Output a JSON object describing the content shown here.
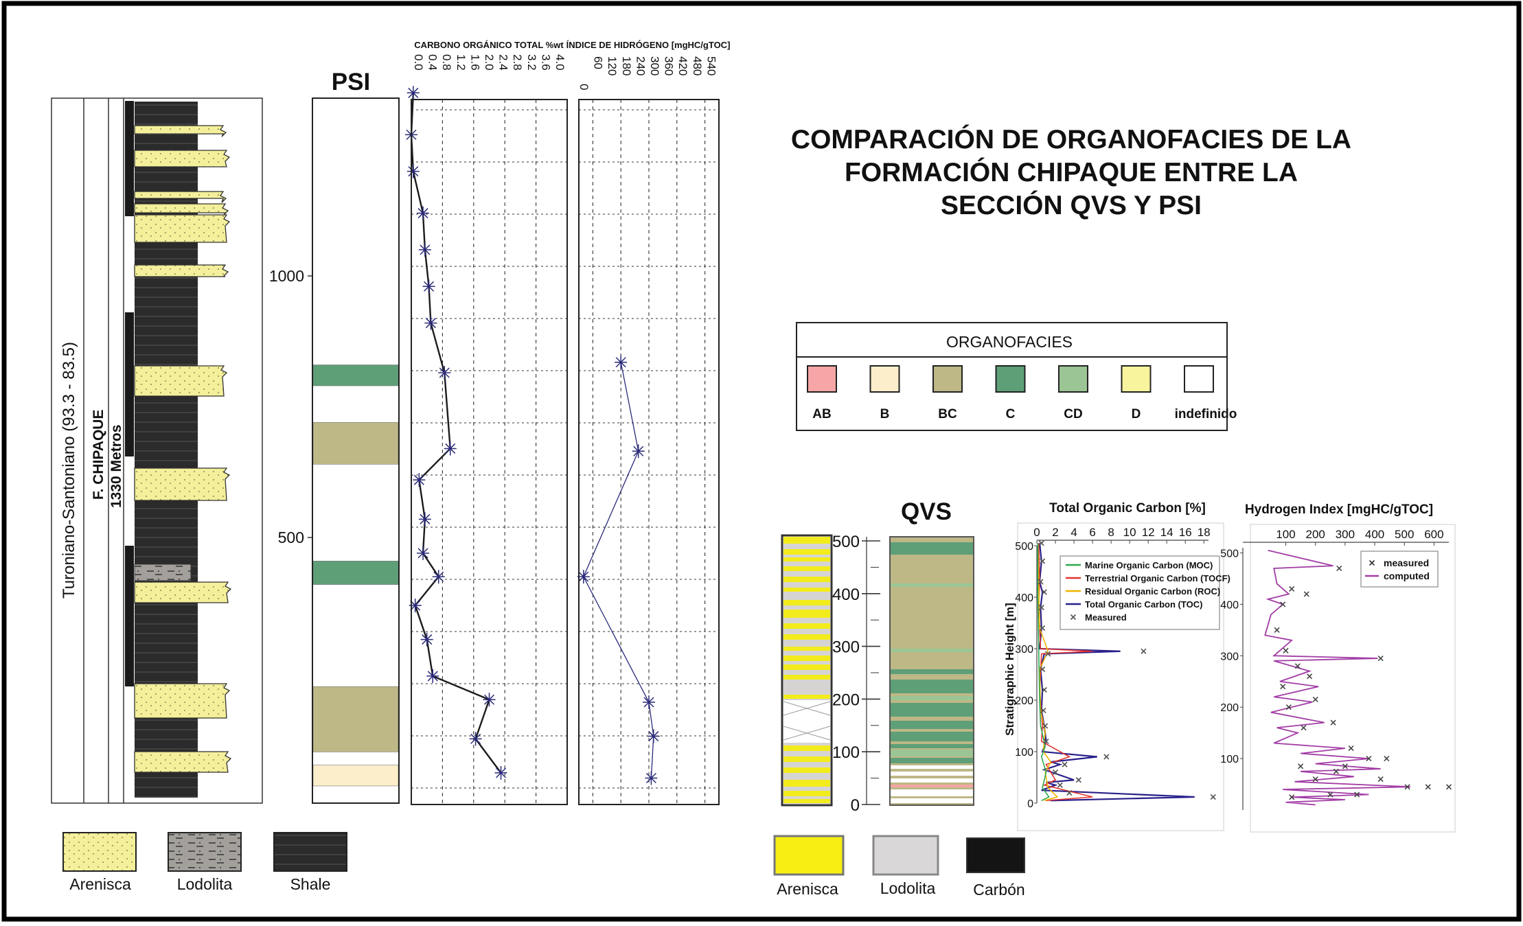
{
  "title": [
    "COMPARACIÓN DE ORGANOFACIES DE LA",
    "FORMACIÓN CHIPAQUE ENTRE LA",
    "SECCIÓN QVS Y PSI"
  ],
  "psi": {
    "label": "PSI",
    "age_label": "Turoniano-Santoniano  (93.3 - 83.5)",
    "formation_label": "F. CHIPAQUE",
    "thickness_label": "1330 Metros",
    "depth_ticks": [
      "1000",
      "500"
    ],
    "organofacies": [
      {
        "from_m": 790,
        "to_m": 830,
        "code": "C"
      },
      {
        "from_m": 640,
        "to_m": 720,
        "code": "BC"
      },
      {
        "from_m": 410,
        "to_m": 455,
        "code": "C"
      },
      {
        "from_m": 90,
        "to_m": 215,
        "code": "BC"
      },
      {
        "from_m": 25,
        "to_m": 65,
        "code": "B"
      }
    ]
  },
  "toc_track": {
    "title": "CARBONO ORGÁNICO TOTAL %wt",
    "ticks": [
      "0.0",
      "0.4",
      "0.8",
      "1.2",
      "1.6",
      "2.0",
      "2.4",
      "2.8",
      "3.2",
      "3.6",
      "4.0"
    ],
    "points": [
      {
        "toc": 0.05,
        "depth": 1350
      },
      {
        "toc": 0.0,
        "depth": 1270
      },
      {
        "toc": 0.05,
        "depth": 1200
      },
      {
        "toc": 0.3,
        "depth": 1120
      },
      {
        "toc": 0.35,
        "depth": 1050
      },
      {
        "toc": 0.45,
        "depth": 980
      },
      {
        "toc": 0.5,
        "depth": 910
      },
      {
        "toc": 0.85,
        "depth": 815
      },
      {
        "toc": 1.0,
        "depth": 670
      },
      {
        "toc": 0.2,
        "depth": 610
      },
      {
        "toc": 0.35,
        "depth": 535
      },
      {
        "toc": 0.3,
        "depth": 470
      },
      {
        "toc": 0.7,
        "depth": 425
      },
      {
        "toc": 0.1,
        "depth": 370
      },
      {
        "toc": 0.4,
        "depth": 305
      },
      {
        "toc": 0.55,
        "depth": 235
      },
      {
        "toc": 2.0,
        "depth": 190
      },
      {
        "toc": 1.65,
        "depth": 115
      },
      {
        "toc": 2.3,
        "depth": 50
      }
    ]
  },
  "hi_track": {
    "title": "ÍNDICE DE HIDRÓGENO [mgHC/gTOC]",
    "ticks": [
      "0",
      "60",
      "120",
      "180",
      "240",
      "300",
      "360",
      "420",
      "480",
      "540"
    ],
    "points": [
      {
        "hi": 180,
        "depth": 835
      },
      {
        "hi": 255,
        "depth": 665
      },
      {
        "hi": 20,
        "depth": 425
      },
      {
        "hi": 300,
        "depth": 185
      },
      {
        "hi": 320,
        "depth": 120
      },
      {
        "hi": 310,
        "depth": 40
      }
    ]
  },
  "legend_psi": [
    "Arenisca",
    "Lodolita",
    "Shale"
  ],
  "organofacies_legend": {
    "title": "ORGANOFACIES",
    "items": [
      {
        "label": "AB",
        "color": "#f6a6a6"
      },
      {
        "label": "B",
        "color": "#fdeecb"
      },
      {
        "label": "BC",
        "color": "#bdb886"
      },
      {
        "label": "C",
        "color": "#5e9f78"
      },
      {
        "label": "CD",
        "color": "#9cc595"
      },
      {
        "label": "D",
        "color": "#f8f49e"
      },
      {
        "label": "indefinido",
        "color": "#ffffff"
      }
    ]
  },
  "qvs": {
    "label": "QVS",
    "height_ticks": [
      "500",
      "400",
      "300",
      "200",
      "100",
      "0"
    ],
    "legend": [
      "Arenisca",
      "Lodolita",
      "Carbón"
    ]
  },
  "toc_chart": {
    "title": "Total Organic Carbon [%]",
    "ylabel": "Stratigraphic Height [m]",
    "xticks": [
      "0",
      "2",
      "4",
      "6",
      "8",
      "10",
      "12",
      "14",
      "16",
      "18"
    ],
    "yticks": [
      "500",
      "400",
      "300",
      "200",
      "100",
      "0"
    ],
    "legend": [
      {
        "name": "Marine Organic Carbon (MOC)",
        "color": "#2ea84f"
      },
      {
        "name": "Terrestrial Organic Carbon (TOCF)",
        "color": "#e3342f"
      },
      {
        "name": "Residual Organic Carbon (ROC)",
        "color": "#f0b400"
      },
      {
        "name": "Total Organic Carbon (TOC)",
        "color": "#28208a"
      },
      {
        "name": "Measured",
        "color": "#555555"
      }
    ],
    "measured": [
      [
        0.5,
        505
      ],
      [
        0.6,
        470
      ],
      [
        0.4,
        430
      ],
      [
        0.8,
        410
      ],
      [
        0.5,
        380
      ],
      [
        0.6,
        340
      ],
      [
        11.5,
        295
      ],
      [
        1.2,
        290
      ],
      [
        0.6,
        260
      ],
      [
        0.8,
        220
      ],
      [
        0.7,
        180
      ],
      [
        0.9,
        150
      ],
      [
        1.0,
        120
      ],
      [
        7.5,
        90
      ],
      [
        3.0,
        75
      ],
      [
        4.5,
        45
      ],
      [
        2.5,
        35
      ],
      [
        19,
        12
      ],
      [
        3.5,
        20
      ],
      [
        2.0,
        60
      ]
    ]
  },
  "hi_chart": {
    "title": "Hydrogen Index [mgHC/gTOC]",
    "xticks": [
      "100",
      "200",
      "300",
      "400",
      "500",
      "600"
    ],
    "yticks": [
      "500",
      "400",
      "300",
      "200",
      "100"
    ],
    "legend": [
      {
        "name": "measured",
        "color": "#333333"
      },
      {
        "name": "computed",
        "color": "#a23ca6"
      }
    ],
    "measured": [
      [
        280,
        470
      ],
      [
        120,
        430
      ],
      [
        90,
        400
      ],
      [
        170,
        420
      ],
      [
        70,
        350
      ],
      [
        100,
        310
      ],
      [
        420,
        295
      ],
      [
        140,
        280
      ],
      [
        180,
        260
      ],
      [
        90,
        240
      ],
      [
        200,
        215
      ],
      [
        110,
        200
      ],
      [
        160,
        160
      ],
      [
        260,
        170
      ],
      [
        320,
        120
      ],
      [
        380,
        100
      ],
      [
        440,
        100
      ],
      [
        300,
        85
      ],
      [
        420,
        60
      ],
      [
        510,
        45
      ],
      [
        580,
        45
      ],
      [
        650,
        45
      ],
      [
        120,
        25
      ],
      [
        250,
        30
      ],
      [
        340,
        30
      ],
      [
        200,
        60
      ],
      [
        150,
        85
      ],
      [
        270,
        75
      ]
    ]
  }
}
